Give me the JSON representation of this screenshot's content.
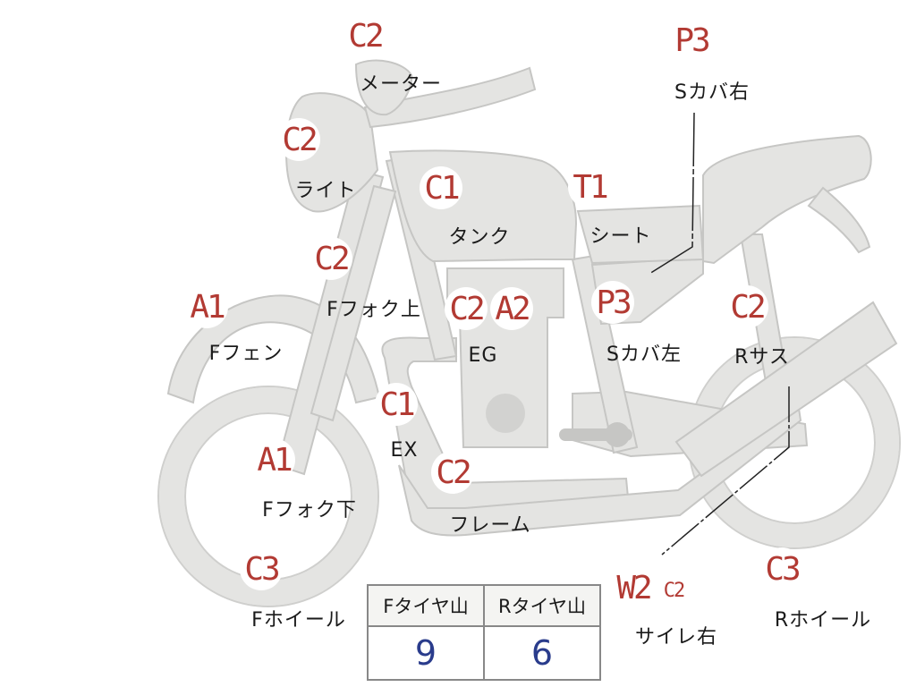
{
  "colors": {
    "grade_text": "#b23a33",
    "label_text": "#1a1a1a",
    "tire_value_text": "#2a3c8c",
    "bike_fill": "#e4e4e2"
  },
  "parts": {
    "meter": {
      "grade": "C2",
      "label": "メーター"
    },
    "light": {
      "grade": "C2",
      "label": "ライト"
    },
    "tank": {
      "grade": "C1",
      "label": "タンク"
    },
    "seat": {
      "grade": "T1",
      "label": "シート"
    },
    "side_cover_right": {
      "grade": "P3",
      "label": "Sカバ右"
    },
    "fork_upper": {
      "grade": "C2",
      "label": "Fフォク上"
    },
    "front_fender": {
      "grade": "A1",
      "label": "Fフェン"
    },
    "engine": {
      "grades": [
        "C2",
        "A2"
      ],
      "label": "EG"
    },
    "side_cover_left": {
      "grade": "P3",
      "label": "Sカバ左"
    },
    "rear_suspension": {
      "grade": "C2",
      "label": "Rサス"
    },
    "exhaust": {
      "grade": "C1",
      "label": "EX"
    },
    "fork_lower": {
      "grade": "A1",
      "label": "Fフォク下"
    },
    "frame": {
      "grade": "C2",
      "label": "フレーム"
    },
    "front_wheel": {
      "grade": "C3",
      "label": "Fホイール"
    },
    "silencer_right": {
      "grades": [
        "W2",
        "C2"
      ],
      "label": "サイレ右"
    },
    "rear_wheel": {
      "grade": "C3",
      "label": "Rホイール"
    }
  },
  "tire_table": {
    "headers": [
      "Fタイヤ山",
      "Rタイヤ山"
    ],
    "values": [
      "9",
      "6"
    ]
  }
}
